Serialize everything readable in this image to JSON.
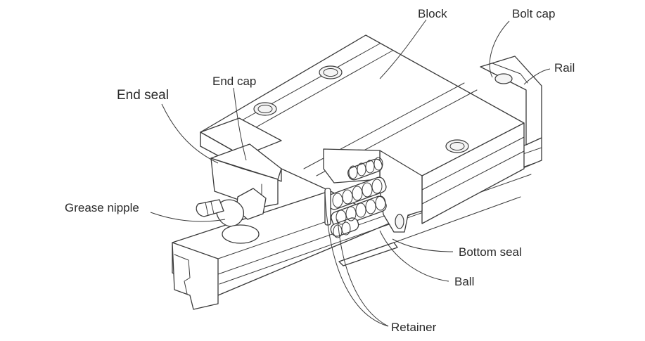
{
  "labels": {
    "block": "Block",
    "bolt_cap": "Bolt cap",
    "rail": "Rail",
    "end_cap": "End cap",
    "end_seal": "End seal",
    "grease_nipple": "Grease nipple",
    "bottom_seal": "Bottom seal",
    "ball": "Ball",
    "retainer": "Retainer"
  },
  "colors": {
    "line": "#3a3a3a",
    "background": "#ffffff"
  }
}
